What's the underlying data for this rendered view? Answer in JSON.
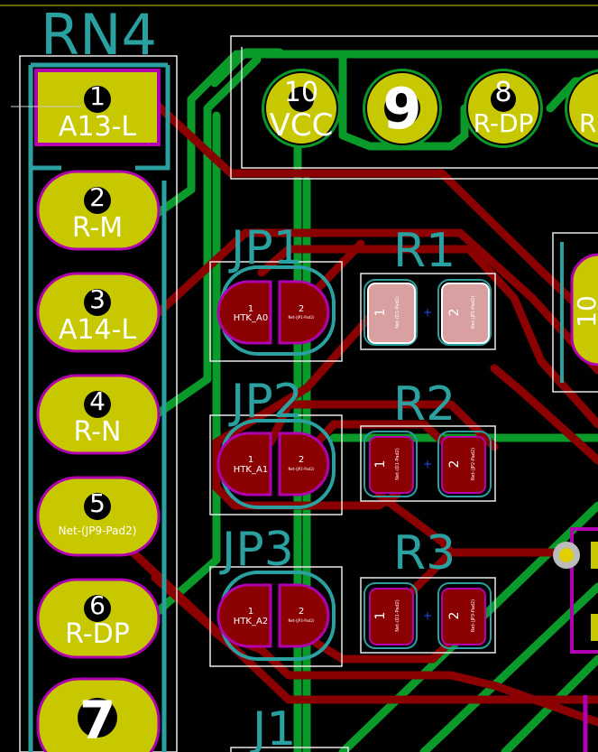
{
  "colors": {
    "background": "#000000",
    "front_copper": "#8b0000",
    "back_copper": "#0a9a2a",
    "silkscreen": "#2aa0a0",
    "courtyard": "#e8e8e8",
    "pad": "#c8c800",
    "pad_text": "#ffffff",
    "fab": "#b000b0"
  },
  "refs": {
    "rn4": "RN4",
    "jp1": "JP1",
    "jp2": "JP2",
    "jp3": "JP3",
    "r1": "R1",
    "r2": "R2",
    "r3": "R3",
    "j1": "J1"
  },
  "rn4_pins": [
    {
      "num": "1",
      "net": "A13-L"
    },
    {
      "num": "2",
      "net": "R-M"
    },
    {
      "num": "3",
      "net": "A14-L"
    },
    {
      "num": "4",
      "net": "R-N"
    },
    {
      "num": "5",
      "net": "Net-(JP9-Pad2)"
    },
    {
      "num": "6",
      "net": "R-DP"
    },
    {
      "num": "7",
      "net": ""
    }
  ],
  "top_header_pins": [
    {
      "num": "10",
      "net": "VCC"
    },
    {
      "num": "9",
      "net": ""
    },
    {
      "num": "8",
      "net": "R-DP"
    },
    {
      "num": "",
      "net": "R"
    }
  ],
  "right_part_pin": "10",
  "jumpers": [
    {
      "pad1": "1",
      "net1": "HTK_A0",
      "pad2": "2",
      "net2": "Net-(JP1-Pad2)"
    },
    {
      "pad1": "1",
      "net1": "HTK_A1",
      "pad2": "2",
      "net2": "Net-(JP2-Pad2)"
    },
    {
      "pad1": "1",
      "net1": "HTK_A2",
      "pad2": "2",
      "net2": "Net-(JP3-Pad2)"
    }
  ],
  "resistors": [
    {
      "pad1": "1",
      "net1": "Net-(D1-Pad2)",
      "pad2": "2",
      "net2": "Net-(JP1-Pad2)"
    },
    {
      "pad1": "1",
      "net1": "Net-(D1-Pad2)",
      "pad2": "2",
      "net2": "Net-(JP2-Pad2)"
    },
    {
      "pad1": "1",
      "net1": "Net-(D1-Pad2)",
      "pad2": "2",
      "net2": "Net-(JP3-Pad2)"
    }
  ]
}
